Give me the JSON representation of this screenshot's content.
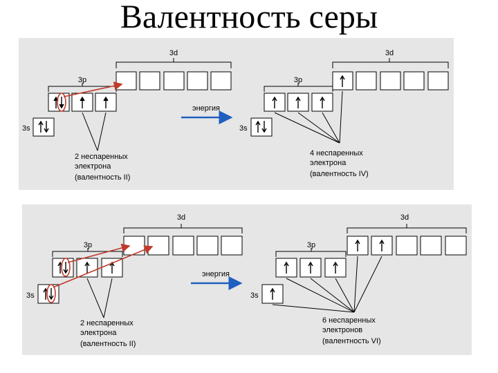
{
  "title": "Валентность серы",
  "panel1": {
    "left": {
      "d_label": "3d",
      "p_label": "3p",
      "s_label": "3s",
      "note": [
        "2 неспаренных",
        "электрона",
        "(валентность II)"
      ]
    },
    "energy_label": "энергия",
    "right": {
      "d_label": "3d",
      "p_label": "3p",
      "s_label": "3s",
      "note": [
        "4 неспаренных",
        "электрона",
        "(валентность IV)"
      ]
    }
  },
  "panel2": {
    "left": {
      "d_label": "3d",
      "p_label": "3p",
      "s_label": "3s",
      "note": [
        "2 неспаренных",
        "электрона",
        "(валентность II)"
      ]
    },
    "energy_label": "энергия",
    "right": {
      "d_label": "3d",
      "p_label": "3p",
      "s_label": "3s",
      "note": [
        "6 неспаренных",
        "электронов",
        "(валентность VI)"
      ]
    }
  },
  "colors": {
    "panel_bg": "#e6e6e6",
    "cell_bg": "#ffffff",
    "promotion_arrow": "#c0392b",
    "energy_arrow": "#1f5fbf"
  }
}
